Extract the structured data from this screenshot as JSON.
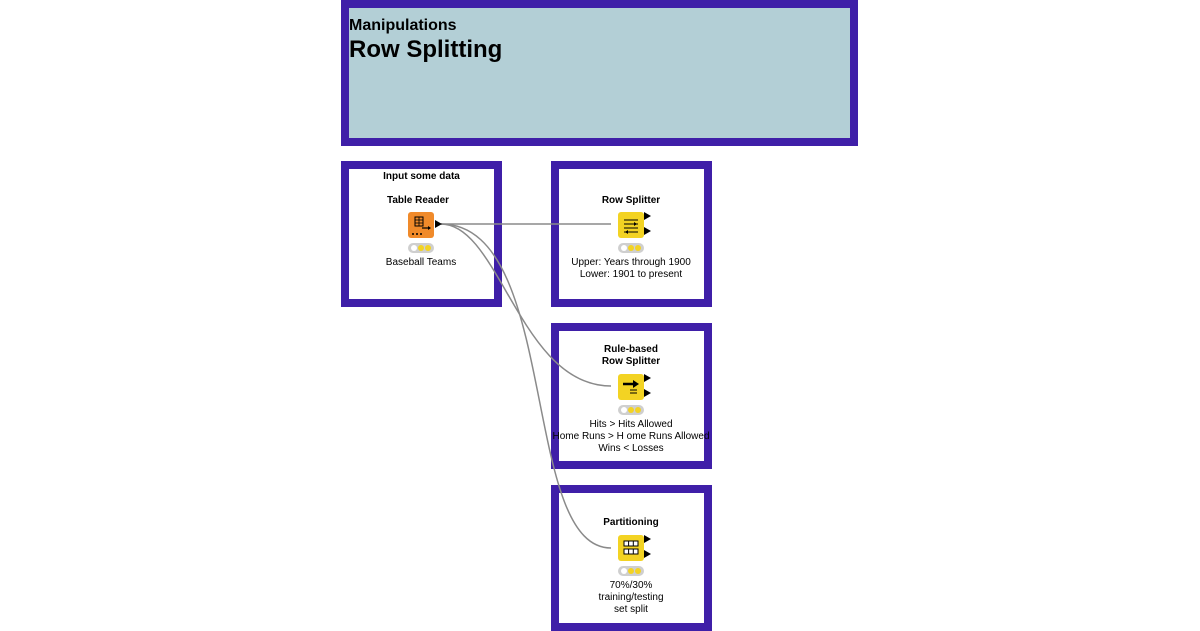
{
  "header": {
    "subtitle": "Manipulations",
    "title": "Row Splitting"
  },
  "annotations": {
    "input_label": "Input some data"
  },
  "nodes": {
    "table_reader": {
      "name": "Table Reader",
      "desc": "Baseball Teams"
    },
    "row_splitter": {
      "name": "Row Splitter",
      "desc": "Upper: Years through 1900\nLower: 1901 to present"
    },
    "rule_splitter": {
      "name": "Rule-based\nRow Splitter",
      "desc": "Hits > Hits Allowed\nHome Runs > H  ome Runs Allowed\nWins < Losses"
    },
    "partitioning": {
      "name": "Partitioning",
      "desc": "70%/30%\ntraining/testing\nset split"
    }
  },
  "colors": {
    "annotation_border": "#3f1fa8",
    "header_bg": "#b3cfd6",
    "source_node": "#f08a2a",
    "manipulator_node": "#f3d323",
    "connection": "#8a8a8a"
  },
  "icons": {
    "table_reader": "table-reader-icon",
    "row_splitter": "row-splitter-icon",
    "rule_splitter": "rule-splitter-icon",
    "partitioning": "partitioning-icon"
  }
}
